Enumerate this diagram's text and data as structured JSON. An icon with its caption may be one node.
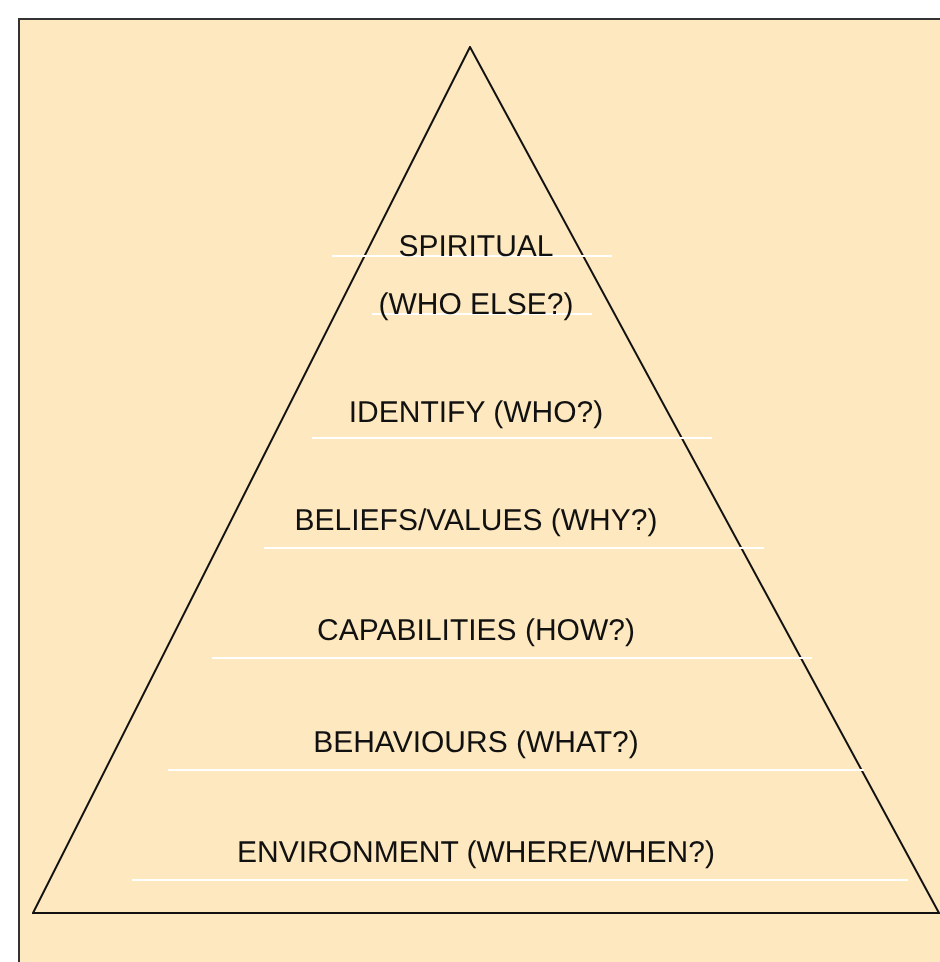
{
  "diagram": {
    "nodes": [
      {
        "text": [
          "SPIRITUAL (WHO ELSE?)",
          "IDENTIFY (WHO?)",
          "BELIEFS/VALUES (WHY?)",
          "CAPABILITIES (HOW?)",
          "BEHAVIOURS (WHAT?)",
          "ENVIRONMENT (WHERE/WHEN?)"
        ]
      }
    ]
  }
}
